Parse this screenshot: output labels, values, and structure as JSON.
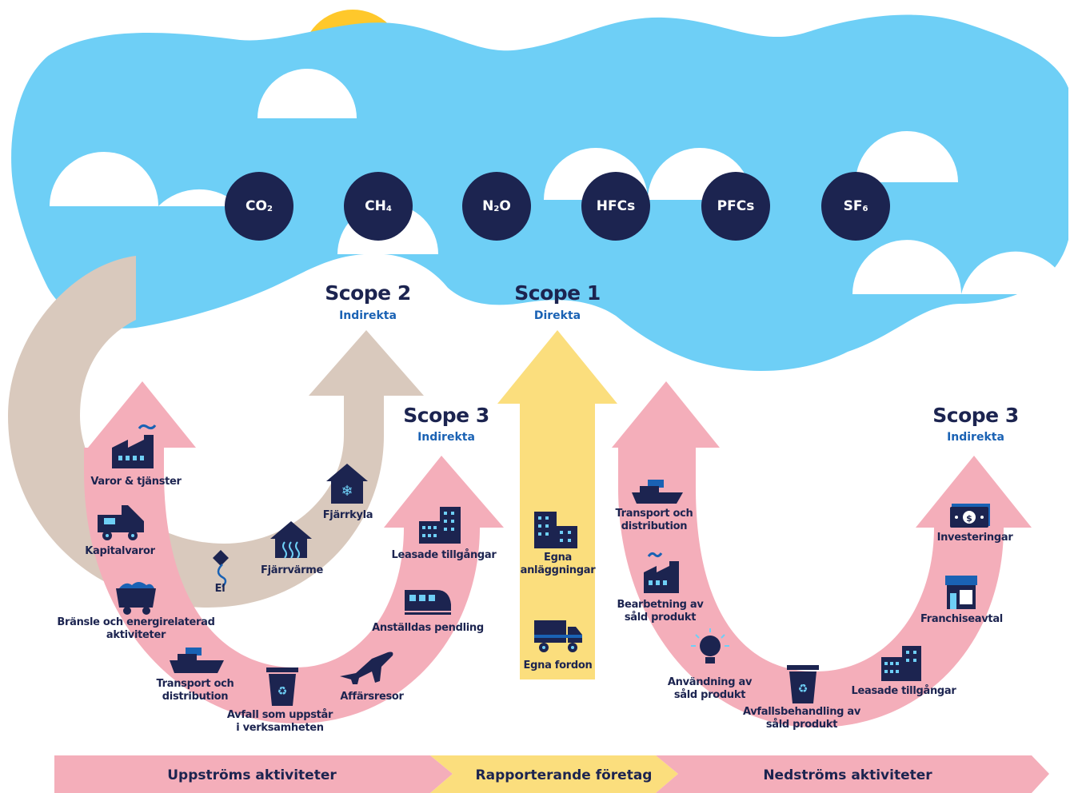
{
  "gases": [
    {
      "id": "co2",
      "main": "CO",
      "sub": "2"
    },
    {
      "id": "ch4",
      "main": "CH",
      "sub": "4"
    },
    {
      "id": "n2o",
      "main": "N",
      "sub": "2",
      "tail": "O"
    },
    {
      "id": "hfcs",
      "main": "HFCs",
      "sub": ""
    },
    {
      "id": "pfcs",
      "main": "PFCs",
      "sub": ""
    },
    {
      "id": "sf6",
      "main": "SF",
      "sub": "6"
    }
  ],
  "scopes": {
    "scope2": {
      "title": "Scope 2",
      "subtitle": "Indirekta"
    },
    "scope1": {
      "title": "Scope 1",
      "subtitle": "Direkta"
    },
    "scope3_up": {
      "title": "Scope 3",
      "subtitle": "Indirekta"
    },
    "scope3_down": {
      "title": "Scope 3",
      "subtitle": "Indirekta"
    }
  },
  "upstream_labels": {
    "varor": "Varor & tjänster",
    "kapitalvaror": "Kapitalvaror",
    "bransle_1": "Bränsle och energirelaterad",
    "bransle_2": "aktiviteter",
    "transport_1": "Transport och",
    "transport_2": "distribution",
    "avfall_1": "Avfall som uppstår",
    "avfall_2": "i verksamheten",
    "affarsresor": "Affärsresor",
    "pendling": "Anställdas pendling",
    "leasade": "Leasade tillgångar"
  },
  "scope2_labels": {
    "el": "El",
    "fjarrvarme": "Fjärrvärme",
    "fjarrkyla": "Fjärrkyla"
  },
  "scope1_labels": {
    "anl_1": "Egna",
    "anl_2": "anläggningar",
    "fordon": "Egna fordon"
  },
  "downstream_labels": {
    "transport_1": "Transport och",
    "transport_2": "distribution",
    "bearb_1": "Bearbetning av",
    "bearb_2": "såld produkt",
    "anv_1": "Användning av",
    "anv_2": "såld produkt",
    "avfall_1": "Avfallsbehandling av",
    "avfall_2": "såld produkt",
    "leasade": "Leasade tillgångar",
    "franchise": "Franchiseavtal",
    "invest": "Investeringar"
  },
  "bottom_band": {
    "upstream": "Uppströms aktiviteter",
    "reporting": "Rapporterande företag",
    "downstream": "Nedströms aktiviteter"
  },
  "colors": {
    "sky": "#6ecff6",
    "sun": "#ffc82b",
    "navy": "#1c2450",
    "pink": "#f4aeba",
    "beige": "#d9c9bd",
    "yellow": "#fbde7d",
    "accent_blue": "#1a62b4"
  },
  "icons": [
    "factory-icon",
    "dump-truck-icon",
    "coal-cart-icon",
    "ship-icon",
    "trash-bin-icon",
    "airplane-icon",
    "train-icon",
    "office-building-icon",
    "plug-icon",
    "house-heat-icon",
    "house-snowflake-icon",
    "truck-icon",
    "lightbulb-icon",
    "shop-icon",
    "banknote-icon"
  ]
}
